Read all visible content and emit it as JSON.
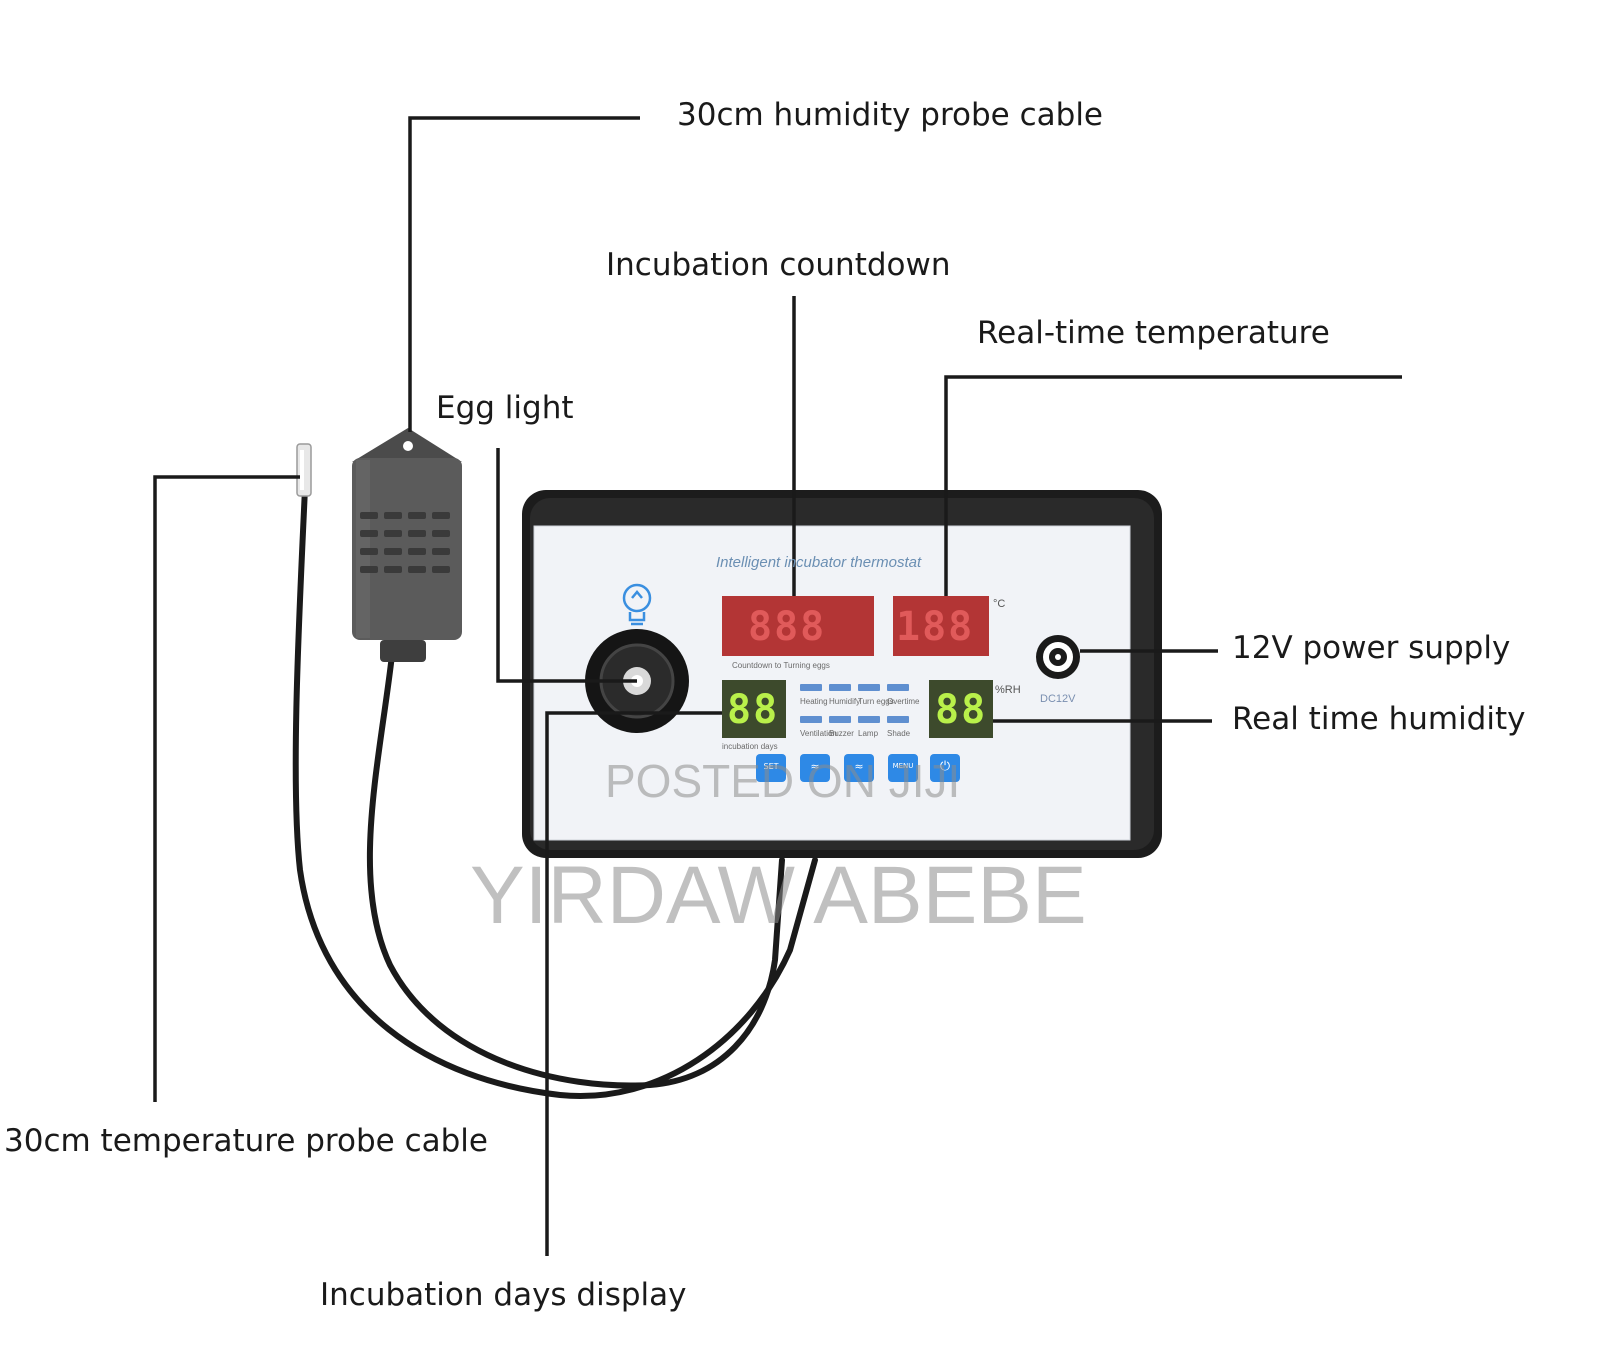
{
  "callouts": {
    "humidity_probe_cable": "30cm humidity probe cable",
    "incubation_countdown": "Incubation countdown",
    "real_time_temperature": "Real-time temperature",
    "egg_light": "Egg light",
    "power_supply": "12V power supply",
    "real_time_humidity": "Real time humidity",
    "temperature_probe_cable": "30cm temperature probe cable",
    "incubation_days_display": "Incubation days display"
  },
  "watermark": {
    "posted": "POSTED ON JIJI",
    "seller": "YIRDAW ABEBE"
  },
  "panel": {
    "title": "Intelligent incubator thermostat",
    "countdown_label": "Countdown to Turning eggs",
    "days_label": "incubation days",
    "countdown_display": "888",
    "temperature_display": "188",
    "days_display": "88",
    "humidity_display": "88",
    "temperature_unit": "°C",
    "humidity_unit": "%RH",
    "power_label": "DC12V",
    "indicators_top": [
      "Heating",
      "Humidify",
      "Turn eggs",
      "Overtime"
    ],
    "indicators_bottom": [
      "Ventilation",
      "Buzzer",
      "Lamp",
      "Shade"
    ],
    "buttons": [
      {
        "name": "set",
        "glyph": "SET"
      },
      {
        "name": "up",
        "glyph": "≈"
      },
      {
        "name": "down",
        "glyph": "≈"
      },
      {
        "name": "menu",
        "glyph": "MENU"
      },
      {
        "name": "power",
        "glyph": "⏻"
      }
    ]
  },
  "colors": {
    "led_red": "#e05a5a",
    "led_green": "#b9f04a",
    "indicator_blue": "#5f8fd0",
    "button_blue": "#2e89e6",
    "housing": "#1c1c1c",
    "probe_gray": "#5a5a5a"
  }
}
